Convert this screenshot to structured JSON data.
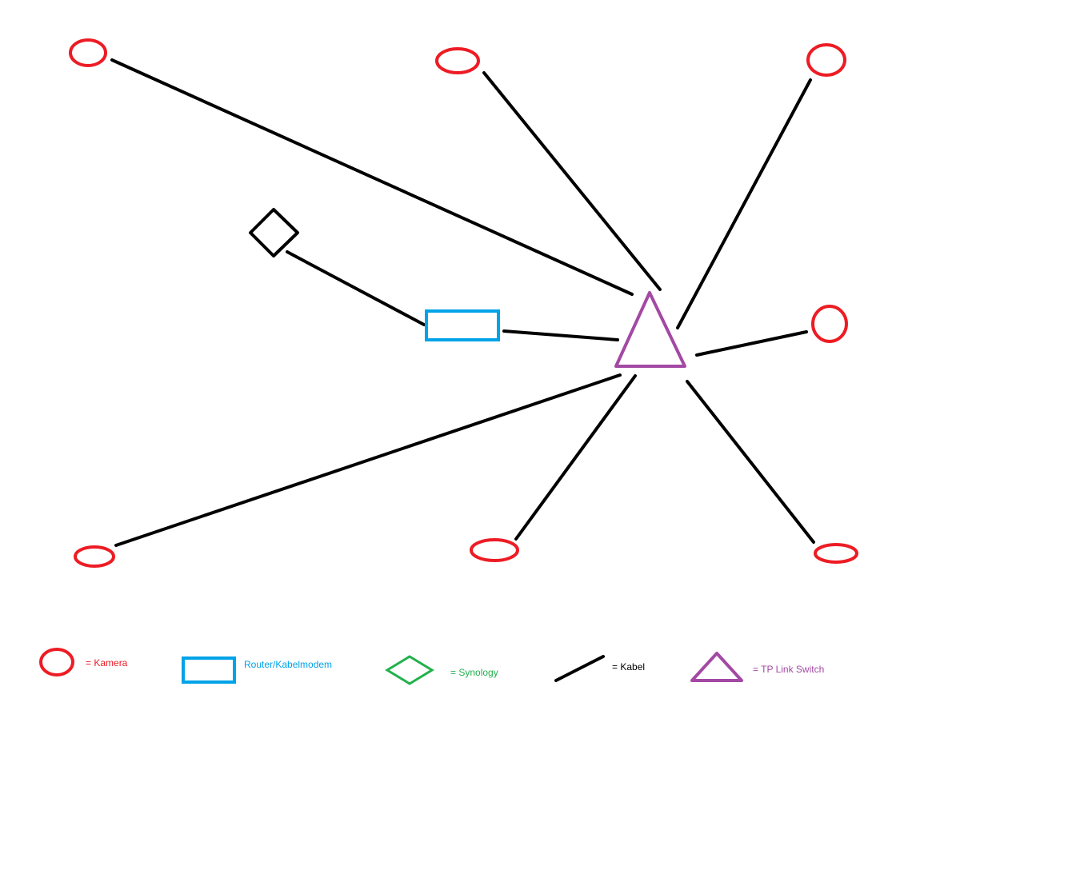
{
  "colors": {
    "kamera": "#ed1c24",
    "router": "#00a2e8",
    "synology": "#22b14c",
    "cable": "#000000",
    "switch": "#a349a4"
  },
  "legend": {
    "kamera": "= Kamera",
    "router": "Router/Kabelmodem",
    "synology": "= Synology",
    "kabel": "= Kabel",
    "switch": "= TP Link Switch"
  }
}
